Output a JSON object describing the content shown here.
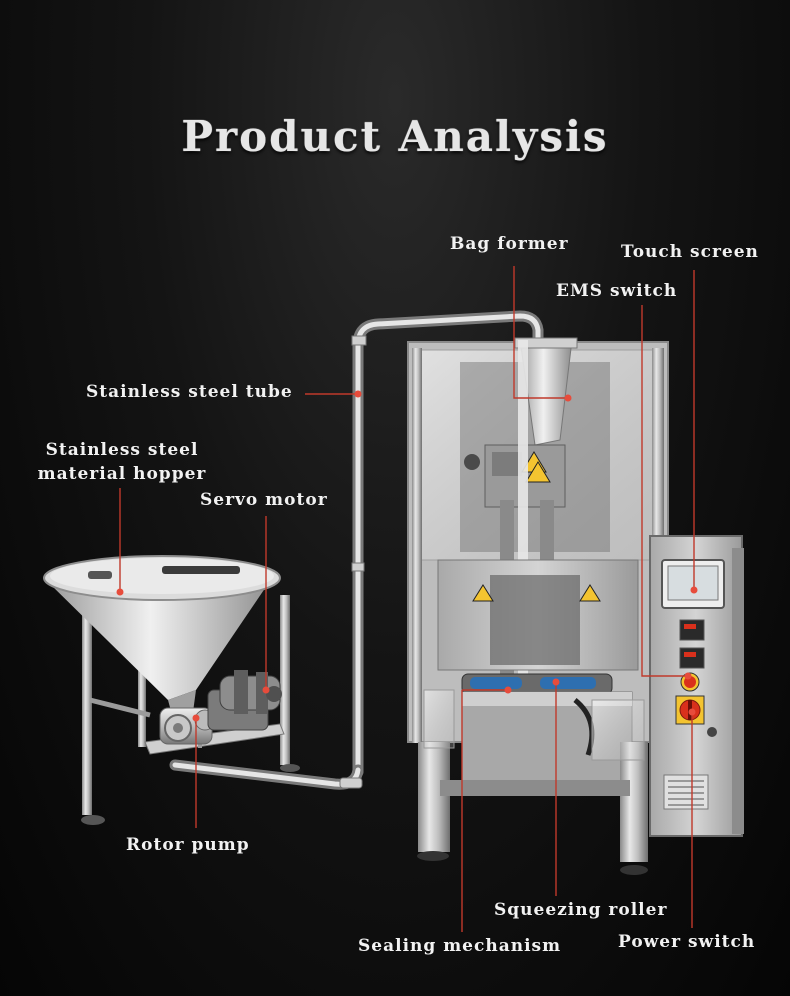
{
  "title": "Product Analysis",
  "labels": {
    "bag_former": "Bag former",
    "touch_screen": "Touch screen",
    "ems_switch": "EMS switch",
    "stainless_steel_tube": "Stainless steel tube",
    "hopper_line1": "Stainless steel",
    "hopper_line2": "material hopper",
    "servo_motor": "Servo motor",
    "rotor_pump": "Rotor pump",
    "squeezing_roller": "Squeezing roller",
    "sealing_mechanism": "Sealing mechanism",
    "power_switch": "Power switch"
  },
  "colors": {
    "pointer_line": "#c0392b",
    "pointer_dot": "#e74c3c",
    "steel_light": "#d9d9d9",
    "steel_dark": "#7a7a7a",
    "warning_yellow": "#f4c430",
    "switch_red": "#d9301c",
    "roller_blue": "#2e6fb0"
  }
}
